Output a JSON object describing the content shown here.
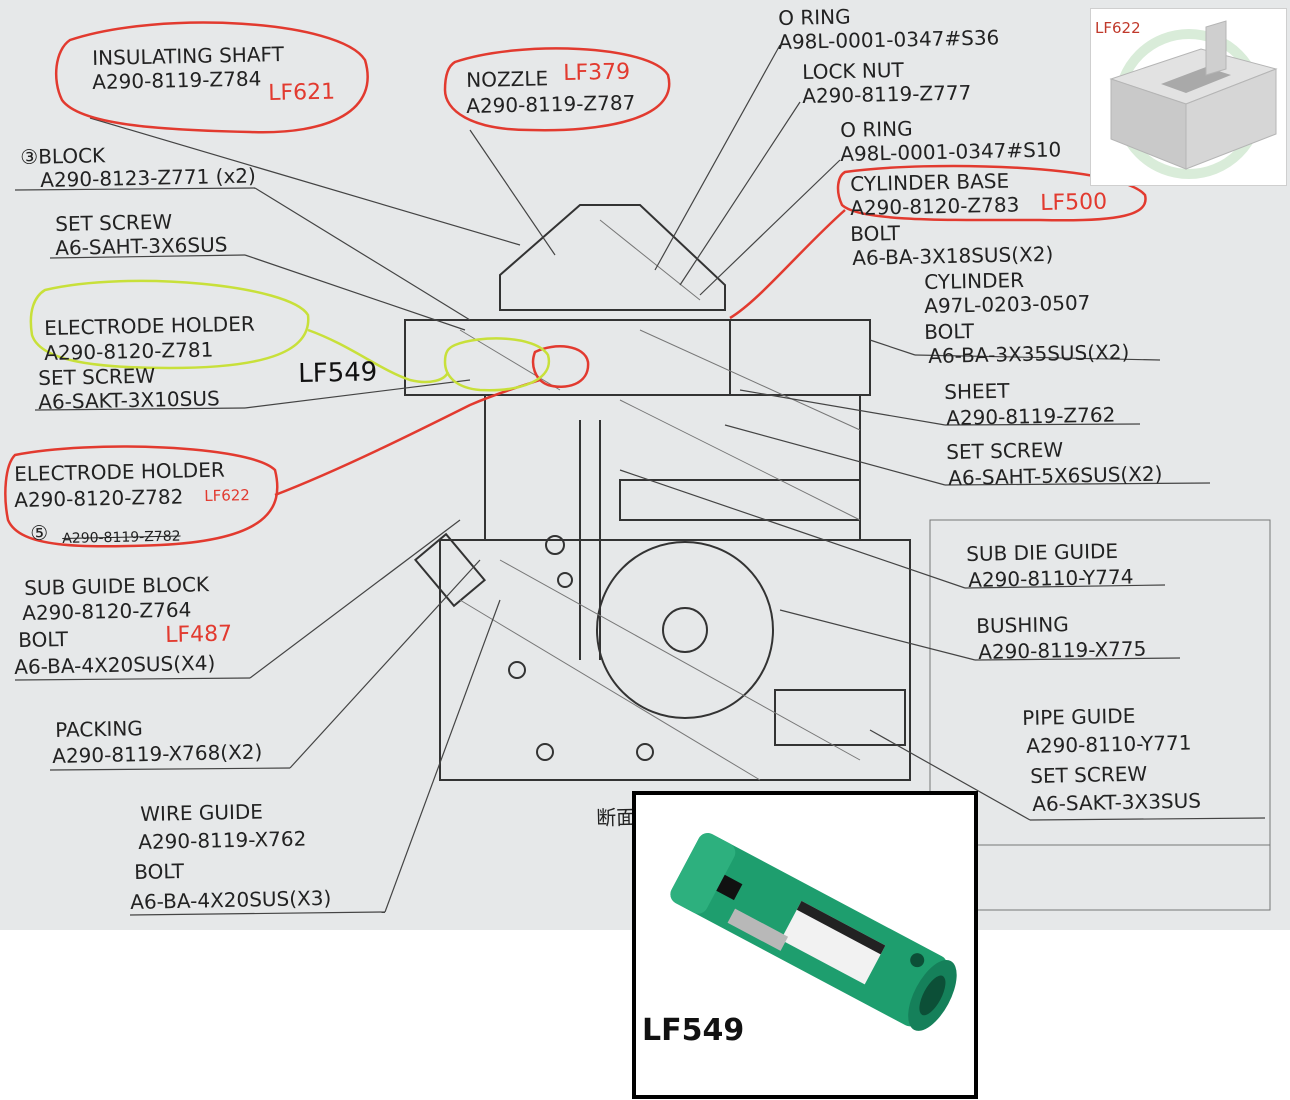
{
  "labels": {
    "o_ring_top": "O RING",
    "o_ring_top_pn": "A98L-0001-0347#S36",
    "lock_nut": "LOCK NUT",
    "lock_nut_pn": "A290-8119-Z777",
    "o_ring_2": "O RING",
    "o_ring_2_pn": "A98L-0001-0347#S10",
    "cylinder_base": "CYLINDER BASE",
    "cylinder_base_pn": "A290-8120-Z783",
    "bolt_1": "BOLT",
    "bolt_1_pn": "A6-BA-3X18SUS(X2)",
    "cylinder": "CYLINDER",
    "cylinder_pn": "A97L-0203-0507",
    "bolt_2": "BOLT",
    "bolt_2_pn": "A6-BA-3X35SUS(X2)",
    "sheet": "SHEET",
    "sheet_pn": "A290-8119-Z762",
    "set_screw_r": "SET SCREW",
    "set_screw_r_pn": "A6-SAHT-5X6SUS(X2)",
    "sub_die_guide": "SUB DIE GUIDE",
    "sub_die_guide_pn": "A290-8110-Y774",
    "bushing": "BUSHING",
    "bushing_pn": "A290-8119-X775",
    "pipe_guide": "PIPE GUIDE",
    "pipe_guide_pn": "A290-8110-Y771",
    "set_screw_pg": "SET SCREW",
    "set_screw_pg_pn": "A6-SAKT-3X3SUS",
    "insulating_shaft": "INSULATING SHAFT",
    "insulating_shaft_pn": "A290-8119-Z784",
    "nozzle": "NOZZLE",
    "nozzle_pn": "A290-8119-Z787",
    "block": "③BLOCK",
    "block_pn": "A290-8123-Z771 (x2)",
    "set_screw_1": "SET SCREW",
    "set_screw_1_pn": "A6-SAHT-3X6SUS",
    "electrode_holder_1": "ELECTRODE HOLDER",
    "electrode_holder_1_pn": "A290-8120-Z781",
    "set_screw_2": "SET SCREW",
    "set_screw_2_pn": "A6-SAKT-3X10SUS",
    "electrode_holder_2": "ELECTRODE HOLDER",
    "electrode_holder_2_pn": "A290-8120-Z782",
    "item5": "⑤",
    "item5_pn": "A290-8119-Z782",
    "sub_guide_block": "SUB GUIDE BLOCK",
    "sub_guide_block_pn": "A290-8120-Z764",
    "bolt_3": "BOLT",
    "bolt_3_pn": "A6-BA-4X20SUS(X4)",
    "packing": "PACKING",
    "packing_pn": "A290-8119-X768(X2)",
    "wire_guide": "WIRE GUIDE",
    "wire_guide_pn": "A290-8119-X762",
    "bolt_4": "BOLT",
    "bolt_4_pn": "A6-BA-4X20SUS(X3)",
    "section_mark": "断面"
  },
  "codes": {
    "lf621": "LF621",
    "lf379": "LF379",
    "lf500": "LF500",
    "lf549": "LF549",
    "lf622": "LF622",
    "lf487": "LF487",
    "inset_lf622": "LF622",
    "photo_lf549": "LF549"
  },
  "colors": {
    "annotation_red": "#e23a2f",
    "annotation_yellow": "#c8e03a",
    "part_green": "#1e9e6e"
  }
}
